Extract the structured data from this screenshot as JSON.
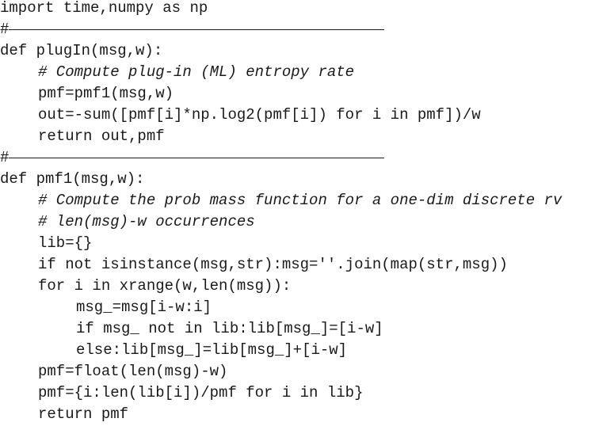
{
  "code": {
    "lines": [
      {
        "text": "import time,numpy as np",
        "indent": 0,
        "kind": "code"
      },
      {
        "text": "#",
        "indent": 0,
        "kind": "separator"
      },
      {
        "text": "def plugIn(msg,w):",
        "indent": 0,
        "kind": "code"
      },
      {
        "text": "# Compute plug-in (ML) entropy rate",
        "indent": 1,
        "kind": "comment"
      },
      {
        "text": "pmf=pmf1(msg,w)",
        "indent": 1,
        "kind": "code"
      },
      {
        "text": "out=-sum([pmf[i]*np.log2(pmf[i]) for i in pmf])/w",
        "indent": 1,
        "kind": "code"
      },
      {
        "text": "return out,pmf",
        "indent": 1,
        "kind": "code"
      },
      {
        "text": "#",
        "indent": 0,
        "kind": "separator"
      },
      {
        "text": "def pmf1(msg,w):",
        "indent": 0,
        "kind": "code"
      },
      {
        "text": "# Compute the prob mass function for a one-dim discrete rv",
        "indent": 1,
        "kind": "comment"
      },
      {
        "text": "# len(msg)-w occurrences",
        "indent": 1,
        "kind": "comment"
      },
      {
        "text": "lib={}",
        "indent": 1,
        "kind": "code"
      },
      {
        "text": "if not isinstance(msg,str):msg=''.join(map(str,msg))",
        "indent": 1,
        "kind": "code"
      },
      {
        "text": "for i in xrange(w,len(msg)):",
        "indent": 1,
        "kind": "code"
      },
      {
        "text": "msg_=msg[i-w:i]",
        "indent": 2,
        "kind": "code"
      },
      {
        "text": "if msg_ not in lib:lib[msg_]=[i-w]",
        "indent": 2,
        "kind": "code"
      },
      {
        "text": "else:lib[msg_]=lib[msg_]+[i-w]",
        "indent": 2,
        "kind": "code"
      },
      {
        "text": "pmf=float(len(msg)-w)",
        "indent": 1,
        "kind": "code"
      },
      {
        "text": "pmf={i:len(lib[i])/pmf for i in lib}",
        "indent": 1,
        "kind": "code"
      },
      {
        "text": "return pmf",
        "indent": 1,
        "kind": "code"
      }
    ]
  }
}
